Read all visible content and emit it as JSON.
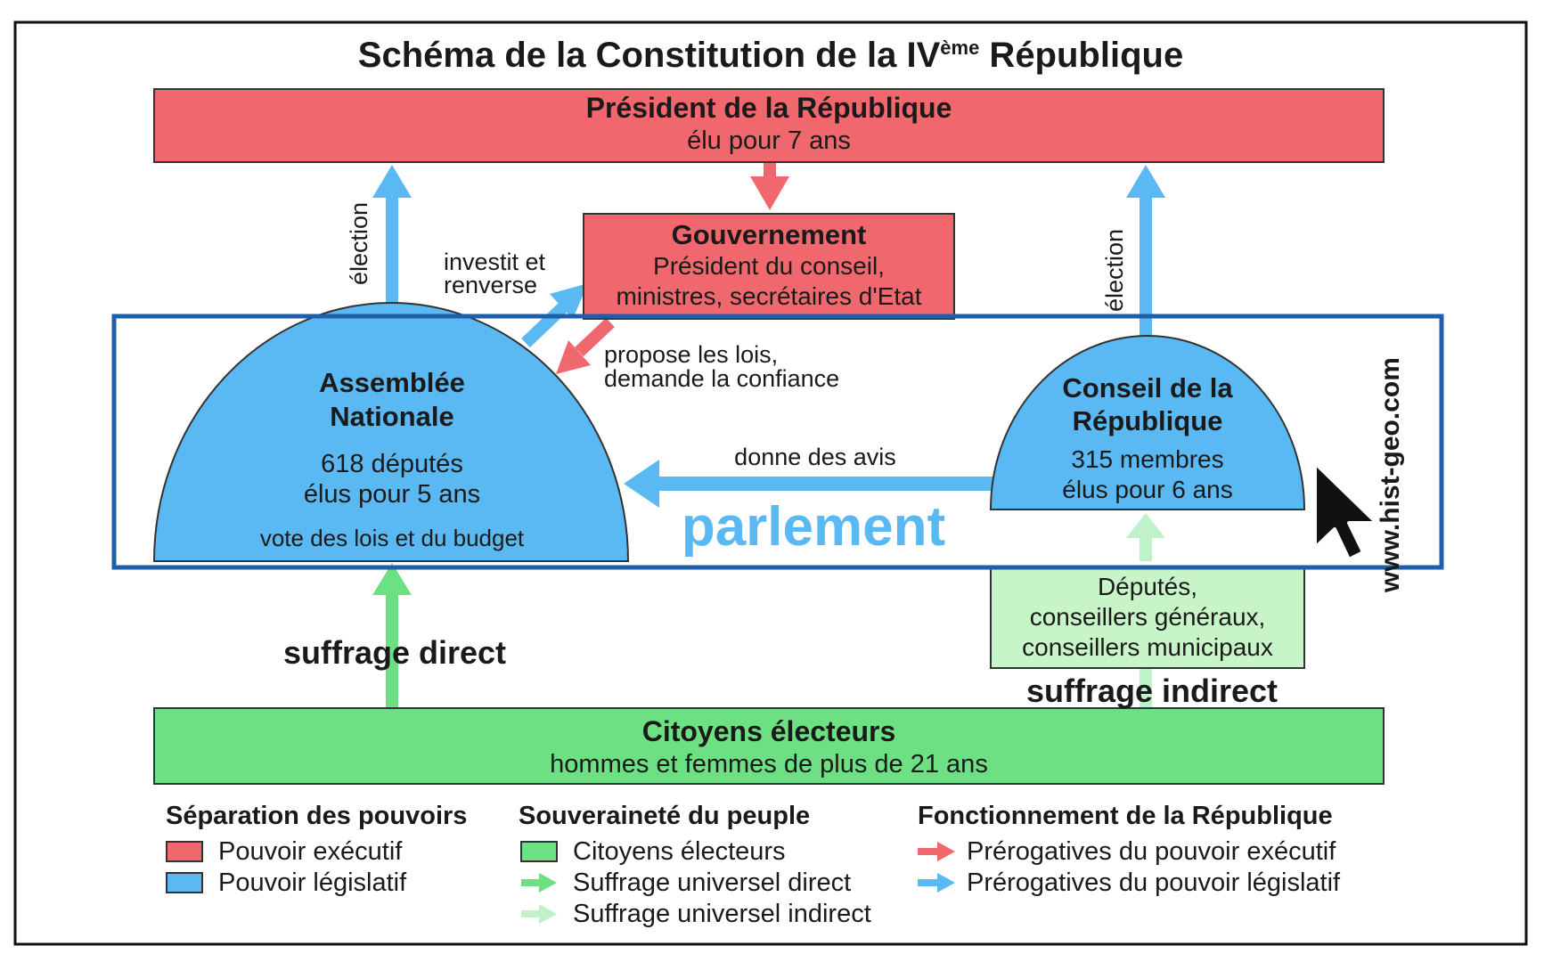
{
  "title": {
    "main": "Schéma de la Constitution de la IV",
    "sup": "ème",
    "end": " République"
  },
  "president": {
    "title": "Président de la République",
    "subtitle": "élu pour 7 ans"
  },
  "gouvernement": {
    "title": "Gouvernement",
    "line1": "Président du conseil,",
    "line2": "ministres, secrétaires d'Etat"
  },
  "assemblee": {
    "title1": "Assemblée",
    "title2": "Nationale",
    "line1": "618 députés",
    "line2": "élus pour 5 ans",
    "line3": "vote des lois et du budget"
  },
  "conseil": {
    "title1": "Conseil de la",
    "title2": "République",
    "line1": "315 membres",
    "line2": "élus pour 6 ans"
  },
  "grands_electeurs": {
    "line1": "Députés,",
    "line2": "conseillers généraux,",
    "line3": "conseillers municipaux"
  },
  "citoyens": {
    "title": "Citoyens électeurs",
    "subtitle": "hommes et femmes de plus de 21 ans"
  },
  "labels": {
    "election_left": "élection",
    "election_right": "élection",
    "investit1": "investit et",
    "investit2": "renverse",
    "propose1": "propose les lois,",
    "propose2": "demande la confiance",
    "donne": "donne des avis",
    "parlement": "parlement",
    "suffrage_direct": "suffrage direct",
    "suffrage_indirect": "suffrage indirect",
    "watermark": "www.hist-geo.com"
  },
  "legend": {
    "col1": {
      "heading": "Séparation des pouvoirs",
      "items": [
        "Pouvoir exécutif",
        "Pouvoir législatif"
      ]
    },
    "col2": {
      "heading": "Souveraineté du peuple",
      "items": [
        "Citoyens électeurs",
        "Suffrage universel direct",
        "Suffrage universel indirect"
      ]
    },
    "col3": {
      "heading": "Fonctionnement de la République",
      "items": [
        "Prérogatives du pouvoir exécutif",
        "Prérogatives du pouvoir législatif"
      ]
    }
  },
  "colors": {
    "executif": "#f0686e",
    "legislatif": "#5ab8f2",
    "citoyens": "#6ee084",
    "direct_arrow": "#6ee084",
    "indirect_arrow": "#bff2c8",
    "grands_electeurs_fill": "#c8f5c8",
    "parlement_frame": "#1f5faa",
    "parlement_text": "#5ab8f2"
  }
}
